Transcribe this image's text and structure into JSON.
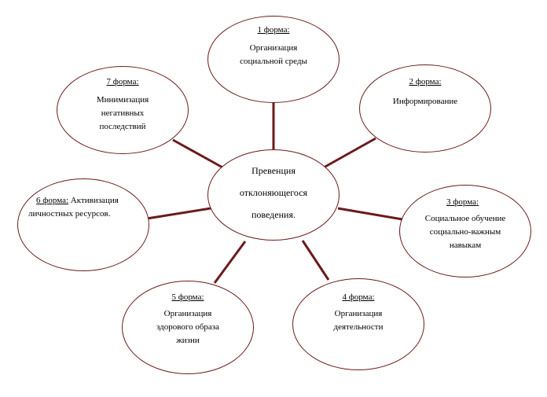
{
  "center": {
    "line1": "Превенция",
    "line2": "отклоняющегося",
    "line3": "поведения."
  },
  "forms": [
    {
      "title": "1 форма:",
      "lines": [
        "Организация",
        "социальной среды"
      ]
    },
    {
      "title": "2 форма:",
      "lines": [
        "Информирование"
      ]
    },
    {
      "title": "3 форма:",
      "lines": [
        "Социальное обучение",
        "социально-важным",
        "навыкам"
      ]
    },
    {
      "title": "4 форма:",
      "lines": [
        "Организация",
        "деятельности"
      ]
    },
    {
      "title": "5 форма:",
      "lines": [
        "Организация",
        "здорового образа",
        "жизни"
      ]
    },
    {
      "title": "6 форма:",
      "inline": " Активизация",
      "lines": [
        "личностных ресурсов."
      ]
    },
    {
      "title": "7 форма:",
      "lines": [
        "Минимизация",
        "негативных",
        "последствий"
      ]
    }
  ]
}
